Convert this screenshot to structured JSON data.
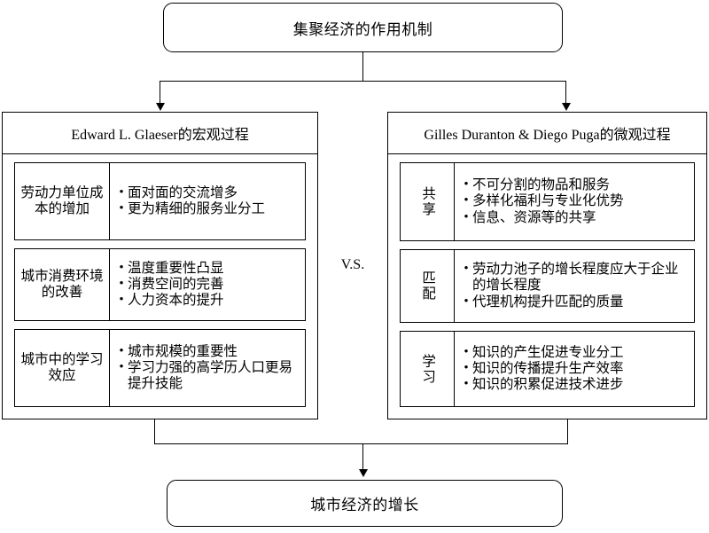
{
  "diagram": {
    "title_box": {
      "label": "集聚经济的作用机制"
    },
    "outcome_box": {
      "label": "城市经济的增长"
    },
    "comparator": {
      "label": "V.S."
    },
    "bullet_glyph": "•",
    "columns": [
      {
        "id": "macro",
        "header": "Edward L. Glaeser的宏观过程",
        "rows": [
          {
            "label": "劳动力单位成本的增加",
            "items": [
              "面对面的交流增多",
              "更为精细的服务业分工"
            ]
          },
          {
            "label": "城市消费环境的改善",
            "items": [
              "温度重要性凸显",
              "消费空间的完善",
              "人力资本的提升"
            ]
          },
          {
            "label": "城市中的学习效应",
            "items": [
              "城市规模的重要性",
              "学习力强的高学历人口更易提升技能"
            ]
          }
        ]
      },
      {
        "id": "micro",
        "header": "Gilles Duranton & Diego Puga的微观过程",
        "rows": [
          {
            "label": "共享",
            "items": [
              "不可分割的物品和服务",
              "多样化福利与专业化优势",
              "信息、资源等的共享"
            ]
          },
          {
            "label": "匹配",
            "items": [
              "劳动力池子的增长程度应大于企业的增长程度",
              "代理机构提升匹配的质量"
            ]
          },
          {
            "label": "学习",
            "items": [
              "知识的产生促进专业分工",
              "知识的传播提升生产效率",
              "知识的积累促进技术进步"
            ]
          }
        ]
      }
    ],
    "colors": {
      "stroke": "#000000",
      "background": "#ffffff"
    }
  }
}
